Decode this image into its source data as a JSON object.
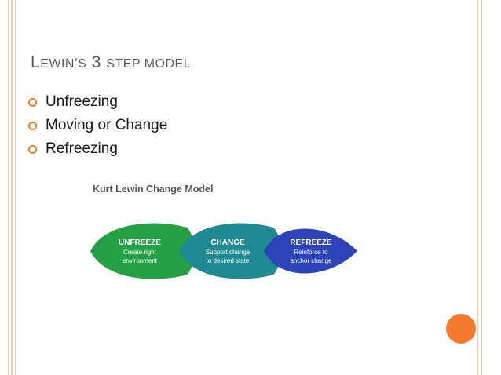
{
  "slide": {
    "title_first": "L",
    "title_rest_1": "EWIN",
    "title_apostrophe": "’",
    "title_rest_2": "S",
    "title_number": " 3 ",
    "title_rest_3": "STEP MODEL"
  },
  "bullets": [
    {
      "text": "Unfreezing"
    },
    {
      "text": "Moving or Change"
    },
    {
      "text": "Refreezing"
    }
  ],
  "diagram": {
    "title": "Kurt Lewin Change Model",
    "stages": [
      {
        "head": "UNFREEZE",
        "line1": "Create right",
        "line2": "environment",
        "color": "#26a047"
      },
      {
        "head": "CHANGE",
        "line1": "Support change",
        "line2": "to desired state",
        "color": "#1f8a92"
      },
      {
        "head": "REFREEZE",
        "line1": "Reinforce to",
        "line2": "anchor change",
        "color": "#2d43b8"
      }
    ]
  },
  "colors": {
    "accent": "#f47a30",
    "border_lines": "#f3c9b8",
    "bullet": "#f07b2c"
  }
}
